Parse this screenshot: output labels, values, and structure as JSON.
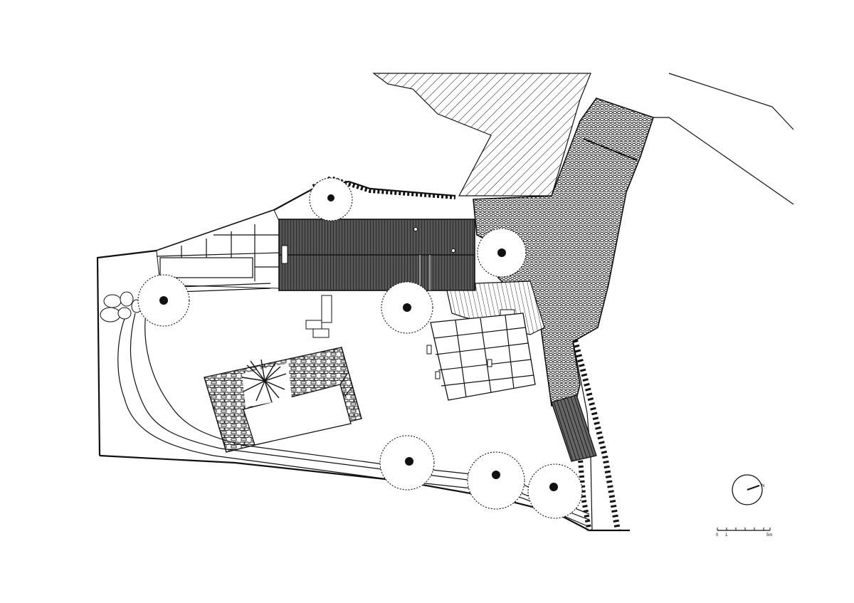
{
  "north_arrow": {
    "label": "N",
    "icon": "north-arrow-icon"
  },
  "scale_bar": {
    "tick_labels": [
      "0",
      "1",
      "5m"
    ]
  },
  "colors": {
    "ink": "#111111",
    "paper": "#ffffff",
    "roof": "#3a3a3a"
  }
}
